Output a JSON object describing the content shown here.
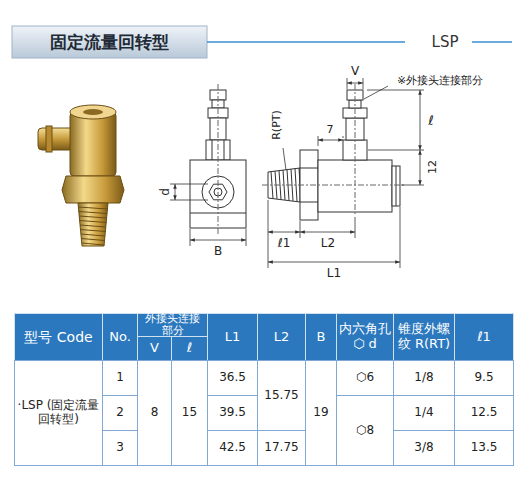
{
  "diagram": {
    "title": "固定流量回转型",
    "labels": [
      "LSP",
      "V",
      "※外接头连接部分",
      "R(PT)",
      "7",
      "ℓ",
      "12",
      "d",
      "B",
      "ℓ1",
      "L2",
      "L1",
      "型号 Code",
      "No.",
      "外接头连接部分",
      "V",
      "ℓ",
      "L1",
      "L2",
      "B",
      "内六角孔 ⬡ d",
      "锥度外螺纹 R(RT)",
      "ℓ1",
      "·LSP (固定流量回转型)",
      "1",
      "2",
      "3",
      "8",
      "15",
      "36.5",
      "39.5",
      "42.5",
      "15.75",
      "17.75",
      "19",
      "⬡6",
      "⬡8",
      "1/8",
      "1/4",
      "3/8",
      "9.5",
      "12.5",
      "13.5"
    ]
  }
}
